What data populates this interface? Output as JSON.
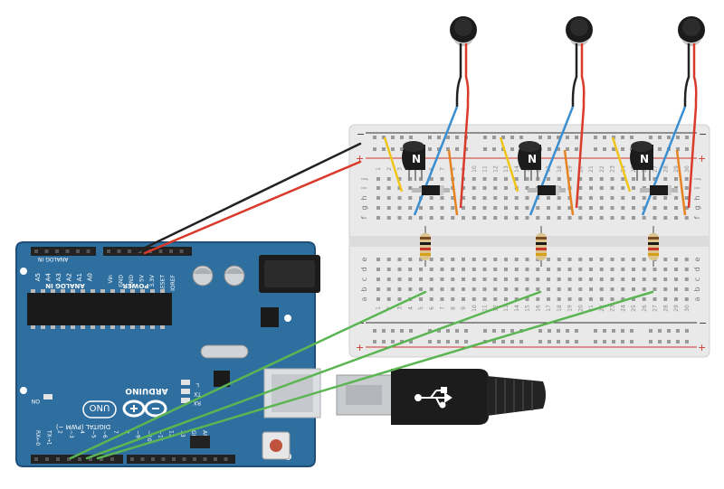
{
  "arduino": {
    "brand": "ARDUINO",
    "model": "UNO",
    "analog_header": "ANALOG IN",
    "analog_pins": [
      "A5",
      "A4",
      "A3",
      "A2",
      "A1",
      "A0"
    ],
    "power_header": "POWER",
    "power_pins": [
      "Vin",
      "GND",
      "GND",
      "5V",
      "3.3V",
      "RESET",
      "IOREF"
    ],
    "digital_header": "DIGITAL (PWM ~)",
    "digital_pins_low": [
      "RX←0",
      "TX→1",
      "2",
      "~3",
      "4",
      "~5",
      "~6",
      "7"
    ],
    "digital_pins_high": [
      "8",
      "~9",
      "~10",
      "~11",
      "12",
      "13",
      "GND",
      "AREF"
    ],
    "on_label": "ON",
    "tx_label": "TX",
    "rx_label": "RX",
    "l_label": "L"
  },
  "breadboard": {
    "row_letters_top": [
      "j",
      "i",
      "h",
      "g",
      "f"
    ],
    "row_letters_bottom": [
      "e",
      "d",
      "c",
      "b",
      "a"
    ],
    "column_numbers": [
      "1",
      "2",
      "3",
      "4",
      "5",
      "6",
      "7",
      "8",
      "9",
      "10",
      "11",
      "12",
      "13",
      "14",
      "15",
      "16",
      "17",
      "18",
      "19",
      "20",
      "21",
      "22",
      "23",
      "24",
      "25",
      "26",
      "27",
      "28",
      "29",
      "30"
    ],
    "rail_minus": "−",
    "rail_plus": "+"
  },
  "transistor_label": "N",
  "colors": {
    "board": "#2f6f9f",
    "board_dark": "#1e4f78",
    "breadboard": "#ececec",
    "wire_red": "#d93a2b",
    "wire_black": "#222222",
    "wire_blue": "#3b8fd1",
    "wire_yellow": "#f0c419",
    "wire_orange": "#e8821e",
    "wire_green": "#5ab552",
    "rail_red": "#c9372c",
    "rail_blue": "#333333"
  }
}
